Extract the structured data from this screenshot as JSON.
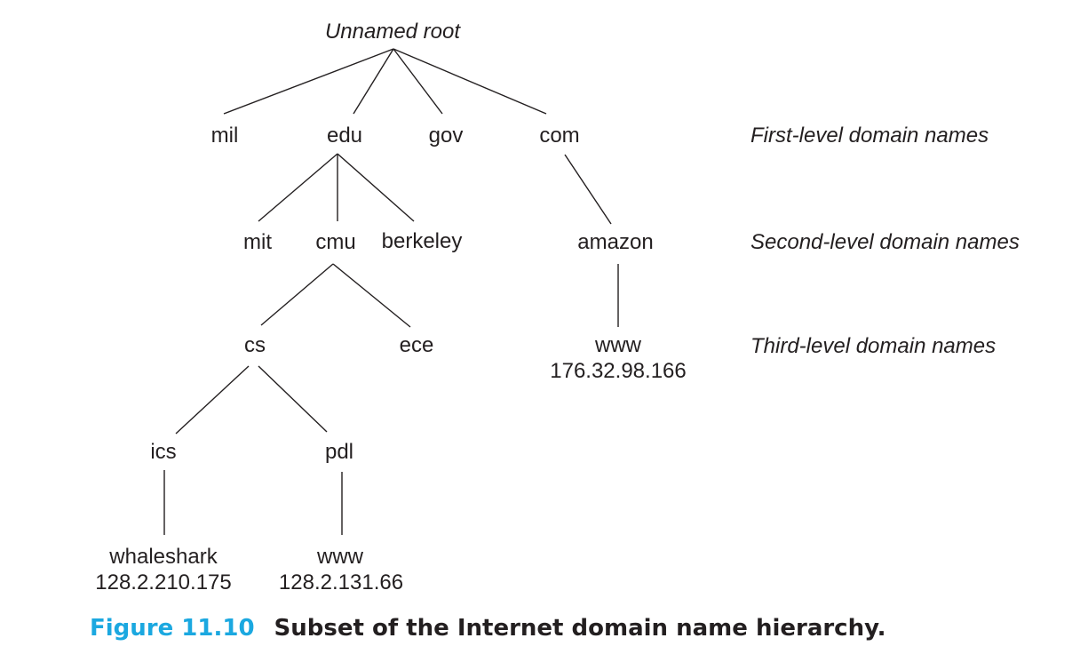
{
  "root": {
    "label": "Unnamed root"
  },
  "level_labels": {
    "first": "First-level domain names",
    "second": "Second-level domain names",
    "third": "Third-level domain names"
  },
  "nodes": {
    "mil": "mil",
    "edu": "edu",
    "gov": "gov",
    "com": "com",
    "mit": "mit",
    "cmu": "cmu",
    "berkeley": "berkeley",
    "amazon": "amazon",
    "cs": "cs",
    "ece": "ece",
    "amazon_www": "www",
    "amazon_www_ip": "176.32.98.166",
    "ics": "ics",
    "pdl": "pdl",
    "whaleshark": "whaleshark",
    "whaleshark_ip": "128.2.210.175",
    "pdl_www": "www",
    "pdl_www_ip": "128.2.131.66"
  },
  "caption": {
    "figure_number": "Figure 11.10",
    "text": "Subset of the Internet domain name hierarchy."
  },
  "colors": {
    "text": "#231f20",
    "figure_number": "#1ba8e0"
  }
}
